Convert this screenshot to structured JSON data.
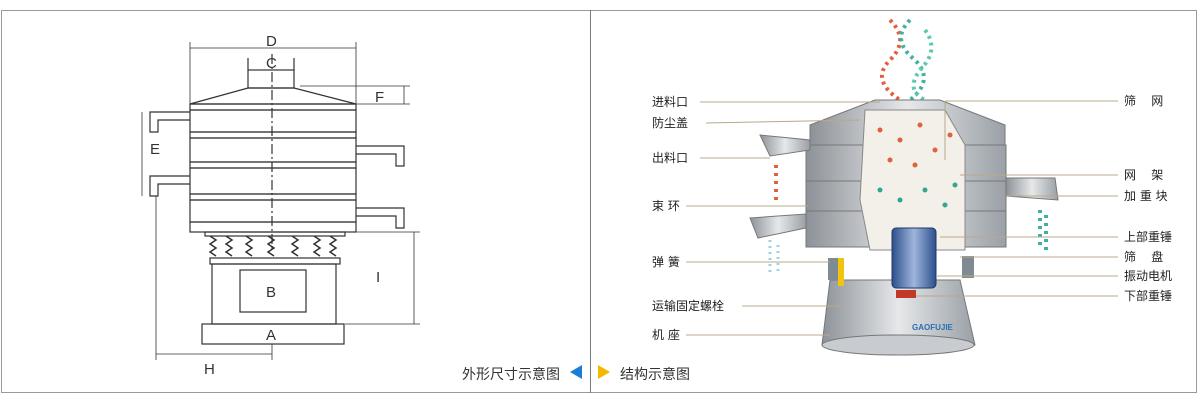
{
  "dimension_labels": {
    "A": "A",
    "B": "B",
    "C": "C",
    "D": "D",
    "E": "E",
    "F": "F",
    "H": "H",
    "I": "I"
  },
  "left_labels": [
    "进料口",
    "防尘盖",
    "出料口",
    "束 环",
    "弹 簧",
    "运输固定螺栓",
    "机 座"
  ],
  "right_labels": [
    "筛    网",
    "网    架",
    "加 重 块",
    "上部重锤",
    "筛    盘",
    "振动电机",
    "下部重锤"
  ],
  "brand": "GAOFUJIE",
  "captions": {
    "outline": "外形尺寸示意图",
    "structure": "结构示意图"
  },
  "colors": {
    "blue_arrow": "#1a7fd4",
    "yellow_arrow": "#f5b800",
    "leader": "#b8a98a"
  }
}
